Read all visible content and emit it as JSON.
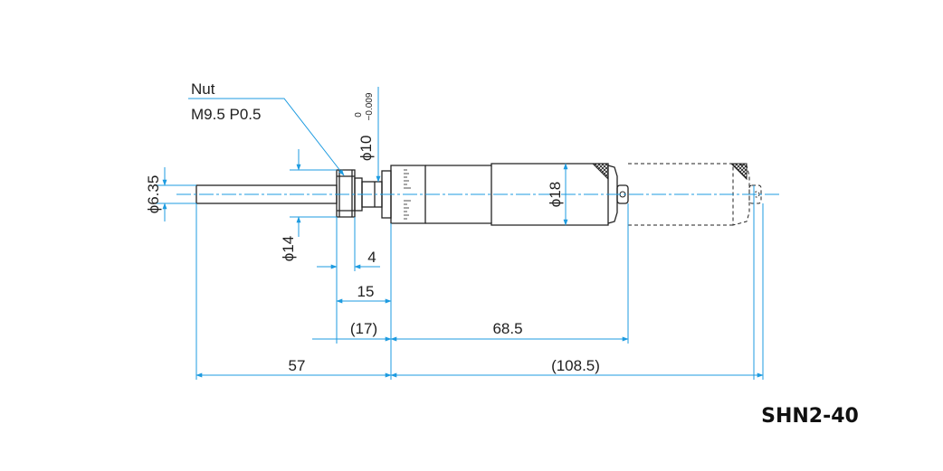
{
  "title": "SHN2-40",
  "callout": {
    "line1": "Nut",
    "line2": "M9.5 P0.5"
  },
  "diameters": {
    "spindle": "ϕ6.35",
    "nut": "ϕ14",
    "stem": "ϕ10",
    "stem_tol_upper": "0",
    "stem_tol_lower": "−0.009",
    "thimble": "ϕ18"
  },
  "lengths": {
    "d4": "4",
    "d15": "15",
    "d17": "(17)",
    "d68_5": "68.5",
    "d57": "57",
    "d108_5": "(108.5)"
  },
  "colors": {
    "dimension_line": "#1d9be0",
    "outline": "#222222"
  }
}
